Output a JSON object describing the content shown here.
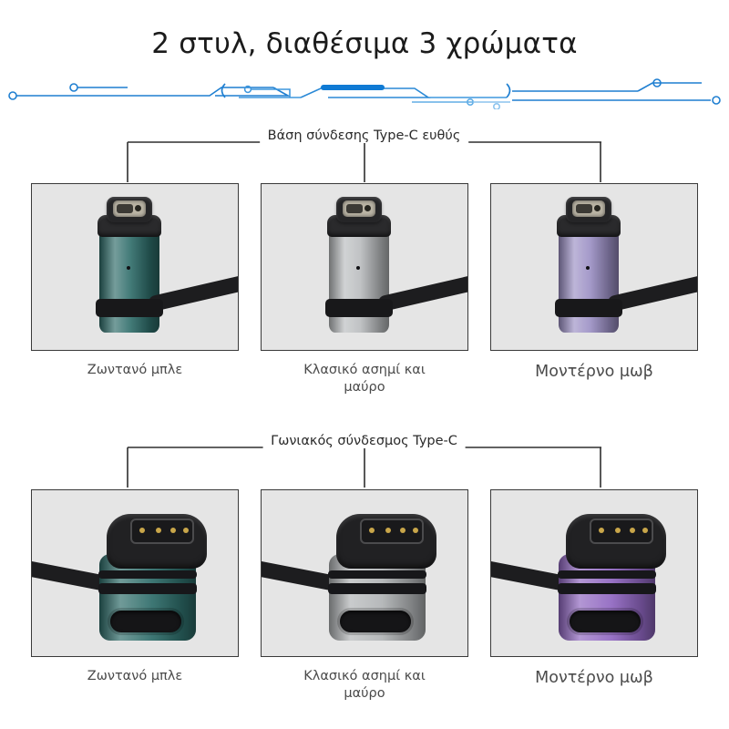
{
  "page": {
    "title": "2 στυλ, διαθέσιμα 3 χρώματα",
    "background_color": "#ffffff",
    "divider_color": "#1f7fd1"
  },
  "sections": [
    {
      "bracket_label": "Βάση σύνδεσης Type-C ευθύς",
      "style": "straight",
      "products": [
        {
          "caption": "Ζωντανό μπλε",
          "color_name": "vivid-blue",
          "body_color": "#2d6b68"
        },
        {
          "caption": "Κλασικό ασημί και μαύρο",
          "color_name": "classic-silver-black",
          "body_color": "#b9bcbe"
        },
        {
          "caption": "Μοντέρνο μωβ",
          "color_name": "modern-purple",
          "body_color": "#9b8fc4"
        }
      ]
    },
    {
      "bracket_label": "Γωνιακός σύνδεσμος Type-C",
      "style": "angled",
      "products": [
        {
          "caption": "Ζωντανό μπλε",
          "color_name": "vivid-blue",
          "body_color": "#2d6b68"
        },
        {
          "caption": "Κλασικό ασημί και μαύρο",
          "color_name": "classic-silver-black",
          "body_color": "#b0b3b5"
        },
        {
          "caption": "Μοντέρνο μωβ",
          "color_name": "modern-purple",
          "body_color": "#8f66c0"
        }
      ]
    }
  ]
}
